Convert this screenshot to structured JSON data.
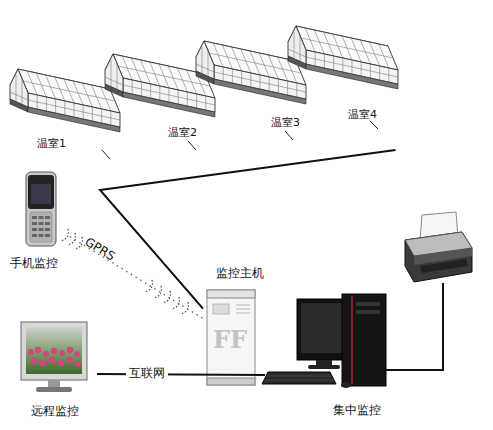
{
  "diagram": {
    "nodes": [
      {
        "text": [
          "温室1"
        ]
      },
      {
        "text": [
          "温室2"
        ]
      },
      {
        "text": [
          "温室3"
        ]
      },
      {
        "text": [
          "温室4"
        ]
      },
      {
        "text": [
          "手机监控"
        ]
      },
      {
        "text": [
          "监控主机"
        ]
      },
      {
        "text": [
          "远程监控"
        ]
      },
      {
        "text": [
          "集中监控"
        ]
      }
    ],
    "edges": [
      {
        "from": 3,
        "to": 5,
        "arrow": "none"
      },
      {
        "from": 4,
        "to": 5,
        "label": "GPRS",
        "arrow": "none"
      },
      {
        "from": 6,
        "to": 7,
        "label": "互联网",
        "arrow": "none"
      }
    ],
    "labels": [
      "FF"
    ]
  }
}
